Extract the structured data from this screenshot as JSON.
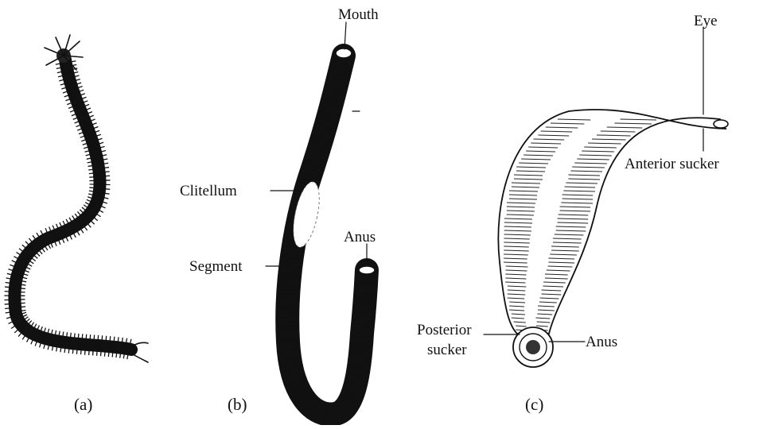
{
  "figures": {
    "a": {
      "caption": "(a)"
    },
    "b": {
      "caption": "(b)",
      "labels": {
        "mouth": "Mouth",
        "clitellum": "Clitellum",
        "segment": "Segment",
        "anus": "Anus"
      }
    },
    "c": {
      "caption": "(c)",
      "labels": {
        "eye": "Eye",
        "anterior_sucker": "Anterior sucker",
        "posterior_sucker_line1": "Posterior",
        "posterior_sucker_line2": "sucker",
        "anus": "Anus"
      }
    }
  }
}
